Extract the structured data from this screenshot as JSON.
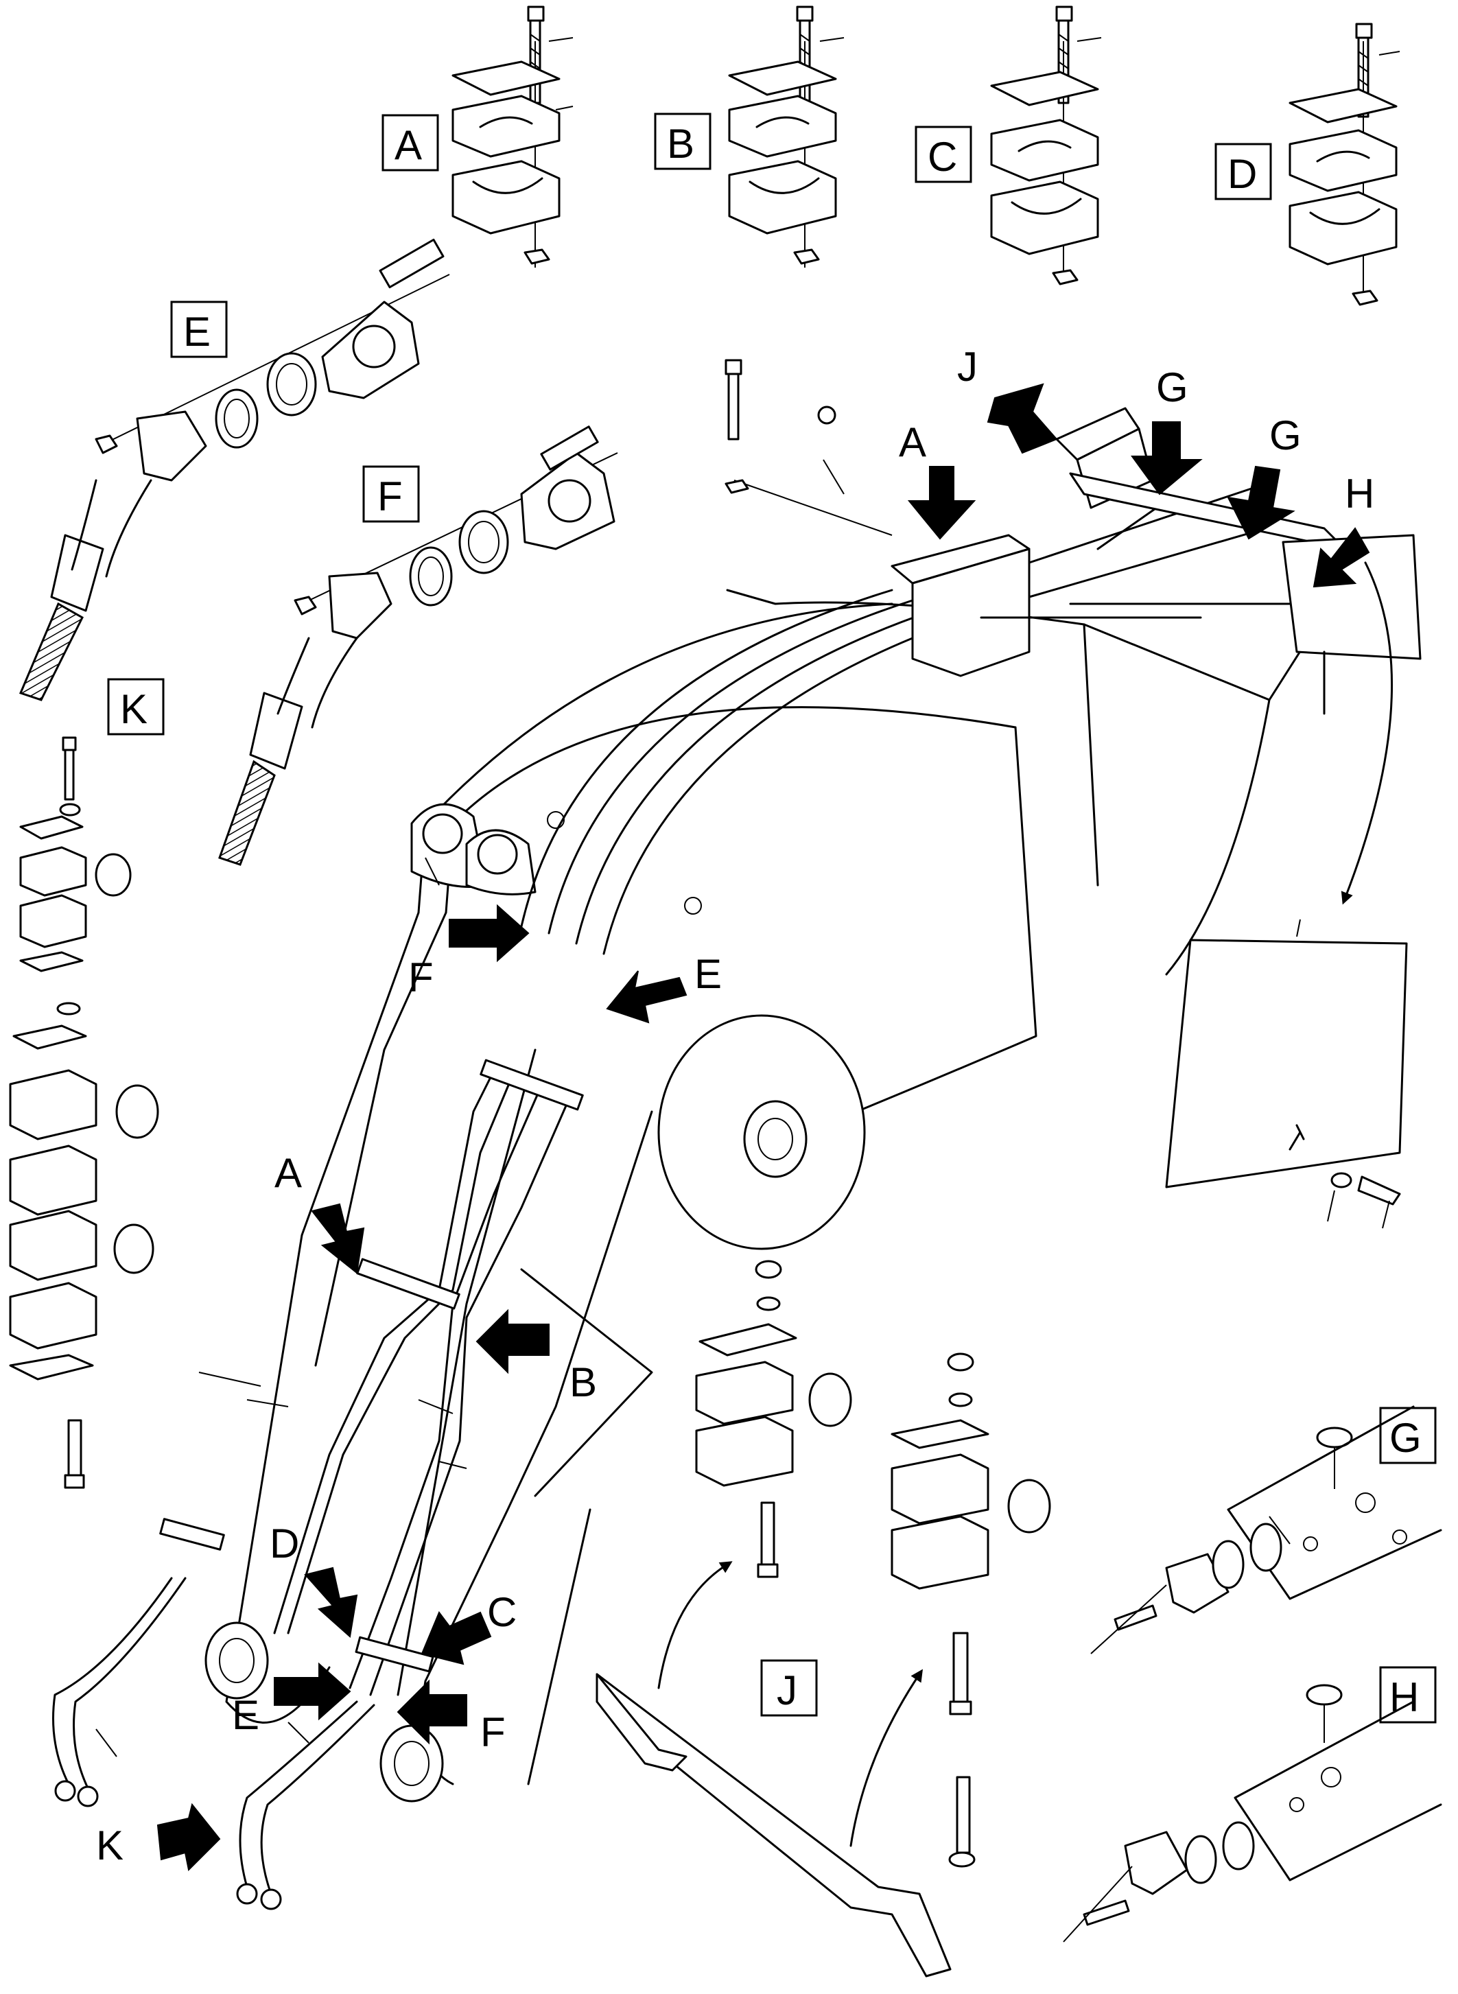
{
  "callouts": {
    "A": "A",
    "B": "B",
    "C": "C",
    "D": "D",
    "E": "E",
    "F": "F",
    "G": "G",
    "H": "H",
    "J": "J",
    "K": "K"
  }
}
